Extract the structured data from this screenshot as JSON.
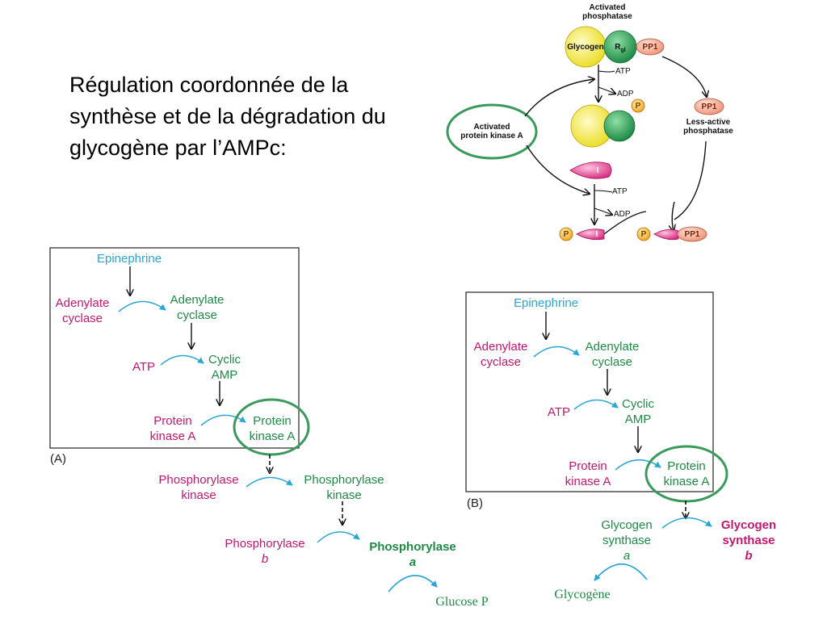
{
  "title": "Régulation coordonnée de la synthèse et de la dégradation du glycogène par l’AMPc:",
  "panel_a": {
    "panel_label": "(A)",
    "epinephrine": "Epinephrine",
    "adenylate_cyclase_inactive": [
      "Adenylate",
      "cyclase"
    ],
    "adenylate_cyclase_active": [
      "Adenylate",
      "cyclase"
    ],
    "atp": "ATP",
    "cyclic_amp": [
      "Cyclic",
      "AMP"
    ],
    "protein_kinase_inactive": [
      "Protein",
      "kinase A"
    ],
    "protein_kinase_active": [
      "Protein",
      "kinase A"
    ],
    "phosphorylase_kinase_inactive": [
      "Phosphorylase",
      "kinase"
    ],
    "phosphorylase_kinase_active": [
      "Phosphorylase",
      "kinase"
    ],
    "phosphorylase_b": [
      "Phosphorylase",
      "b"
    ],
    "phosphorylase_a": [
      "Phosphorylase",
      "a"
    ],
    "product": "Glucose P"
  },
  "panel_b": {
    "panel_label": "(B)",
    "epinephrine": "Epinephrine",
    "adenylate_cyclase_inactive": [
      "Adenylate",
      "cyclase"
    ],
    "adenylate_cyclase_active": [
      "Adenylate",
      "cyclase"
    ],
    "atp": "ATP",
    "cyclic_amp": [
      "Cyclic",
      "AMP"
    ],
    "protein_kinase_inactive": [
      "Protein",
      "kinase A"
    ],
    "protein_kinase_active": [
      "Protein",
      "kinase A"
    ],
    "glycogen_synthase_a": [
      "Glycogen",
      "synthase",
      "a"
    ],
    "glycogen_synthase_b": [
      "Glycogen",
      "synthase",
      "b"
    ],
    "product": "Glycogène"
  },
  "phosphatase": {
    "header": [
      "Activated",
      "phosphatase"
    ],
    "glycogen": "Glycogen",
    "rgl": "R",
    "rgl_sub": "gl",
    "pp1": "PP1",
    "atp_1": "ATP",
    "adp_1": "ADP",
    "phospho": "P",
    "activated_pka": [
      "Activated",
      "protein kinase A"
    ],
    "less_active": [
      "Less-active",
      "phosphatase"
    ],
    "inhibitor": "I",
    "atp_2": "ATP",
    "adp_2": "ADP"
  },
  "colors": {
    "magenta": "#c2186f",
    "green": "#1e8a45",
    "blue": "#2aa6d6",
    "highlight_circle": "#3a9a5c",
    "glycogen_yellow": "#f4ea3a",
    "pp1_salmon": "#f2a78e"
  }
}
